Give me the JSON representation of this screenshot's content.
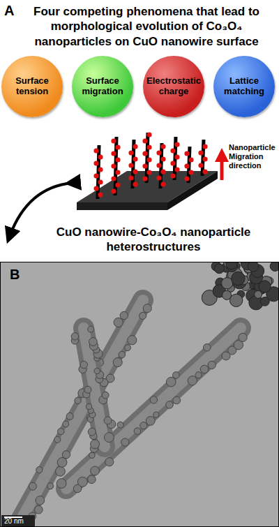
{
  "diagram": {
    "title": "Four competing phenomena that lead to morphological evolution of Co₃O₄ nanoparticles on CuO nanowire surface",
    "nodes": [
      {
        "text": [
          "Surface tension"
        ]
      },
      {
        "text": [
          "Surface migration"
        ]
      },
      {
        "text": [
          "Electrostatic charge"
        ]
      },
      {
        "text": [
          "Lattice matching"
        ]
      }
    ],
    "labels": [
      "A",
      "Nanoparticle Migration direction",
      "CuO nanowire-Co₃O₄ nanoparticle heterostructures",
      "B",
      "20 nm"
    ]
  }
}
